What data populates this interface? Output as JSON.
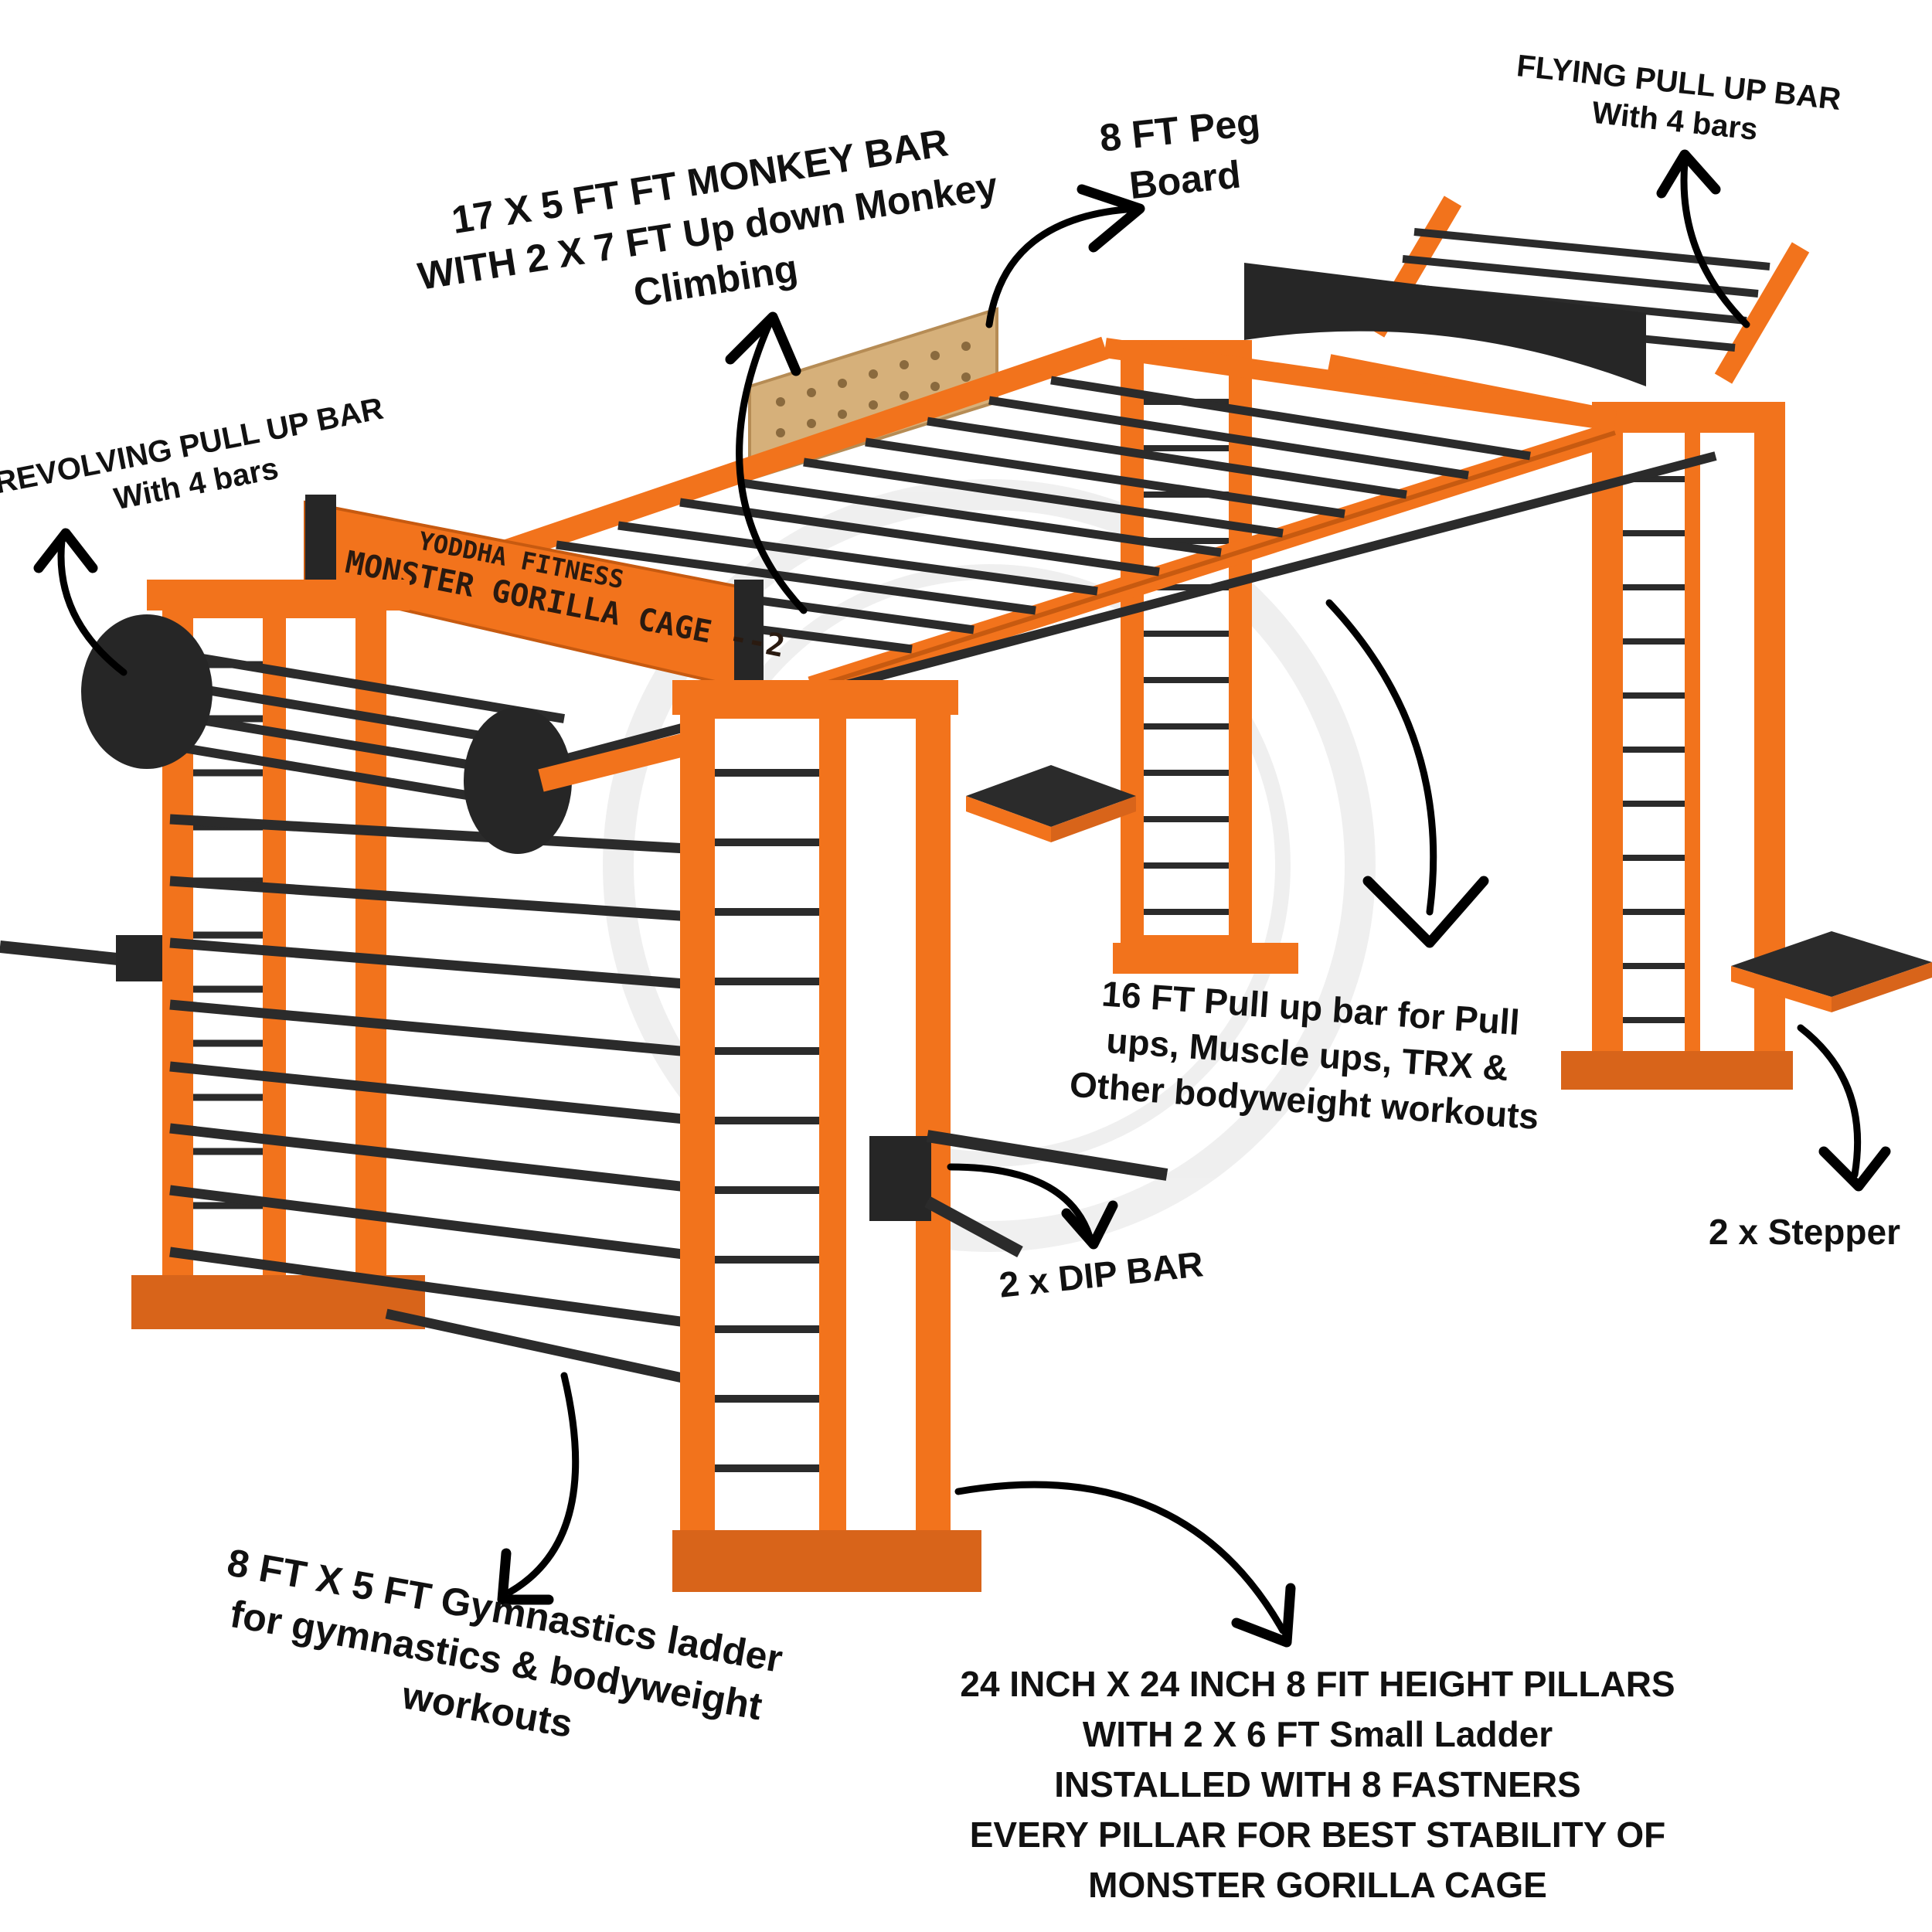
{
  "colors": {
    "frame": "#f2731c",
    "frame_dark": "#c75a10",
    "bar": "#2b2b2b",
    "peg_board": "#d6b07a",
    "text": "#111111"
  },
  "sign": {
    "line1": "YODDHA FITNESS",
    "line2": "MONSTER GORILLA CAGE --2"
  },
  "labels": {
    "monkey_bar": [
      "17 X 5 FT FT MONKEY BAR",
      "WITH 2 X 7 FT Up down Monkey",
      "Climbing"
    ],
    "peg_board": [
      "8 FT Peg",
      "Board"
    ],
    "flying_pull_up": [
      "FLYING PULL UP BAR",
      "With 4 bars"
    ],
    "revolving_pull_up": [
      "REVOLVING PULL UP BAR",
      "With 4 bars"
    ],
    "pull_up_bar": [
      "16 FT Pull up bar for Pull",
      "ups, Muscle ups, TRX &",
      "Other bodyweight workouts"
    ],
    "stepper": [
      "2 x Stepper"
    ],
    "dip_bar": [
      "2 x DIP BAR"
    ],
    "gymnastics_ladder": [
      "8 FT X 5 FT Gymnastics ladder",
      "for gymnastics & bodyweight",
      "workouts"
    ],
    "pillars": [
      "24 INCH X 24 INCH 8 FIT HEIGHT PILLARS",
      "WITH 2 X 6 FT Small Ladder",
      "INSTALLED WITH 8 FASTNERS",
      "EVERY PILLAR FOR BEST STABILITY OF",
      "MONSTER GORILLA CAGE"
    ]
  }
}
